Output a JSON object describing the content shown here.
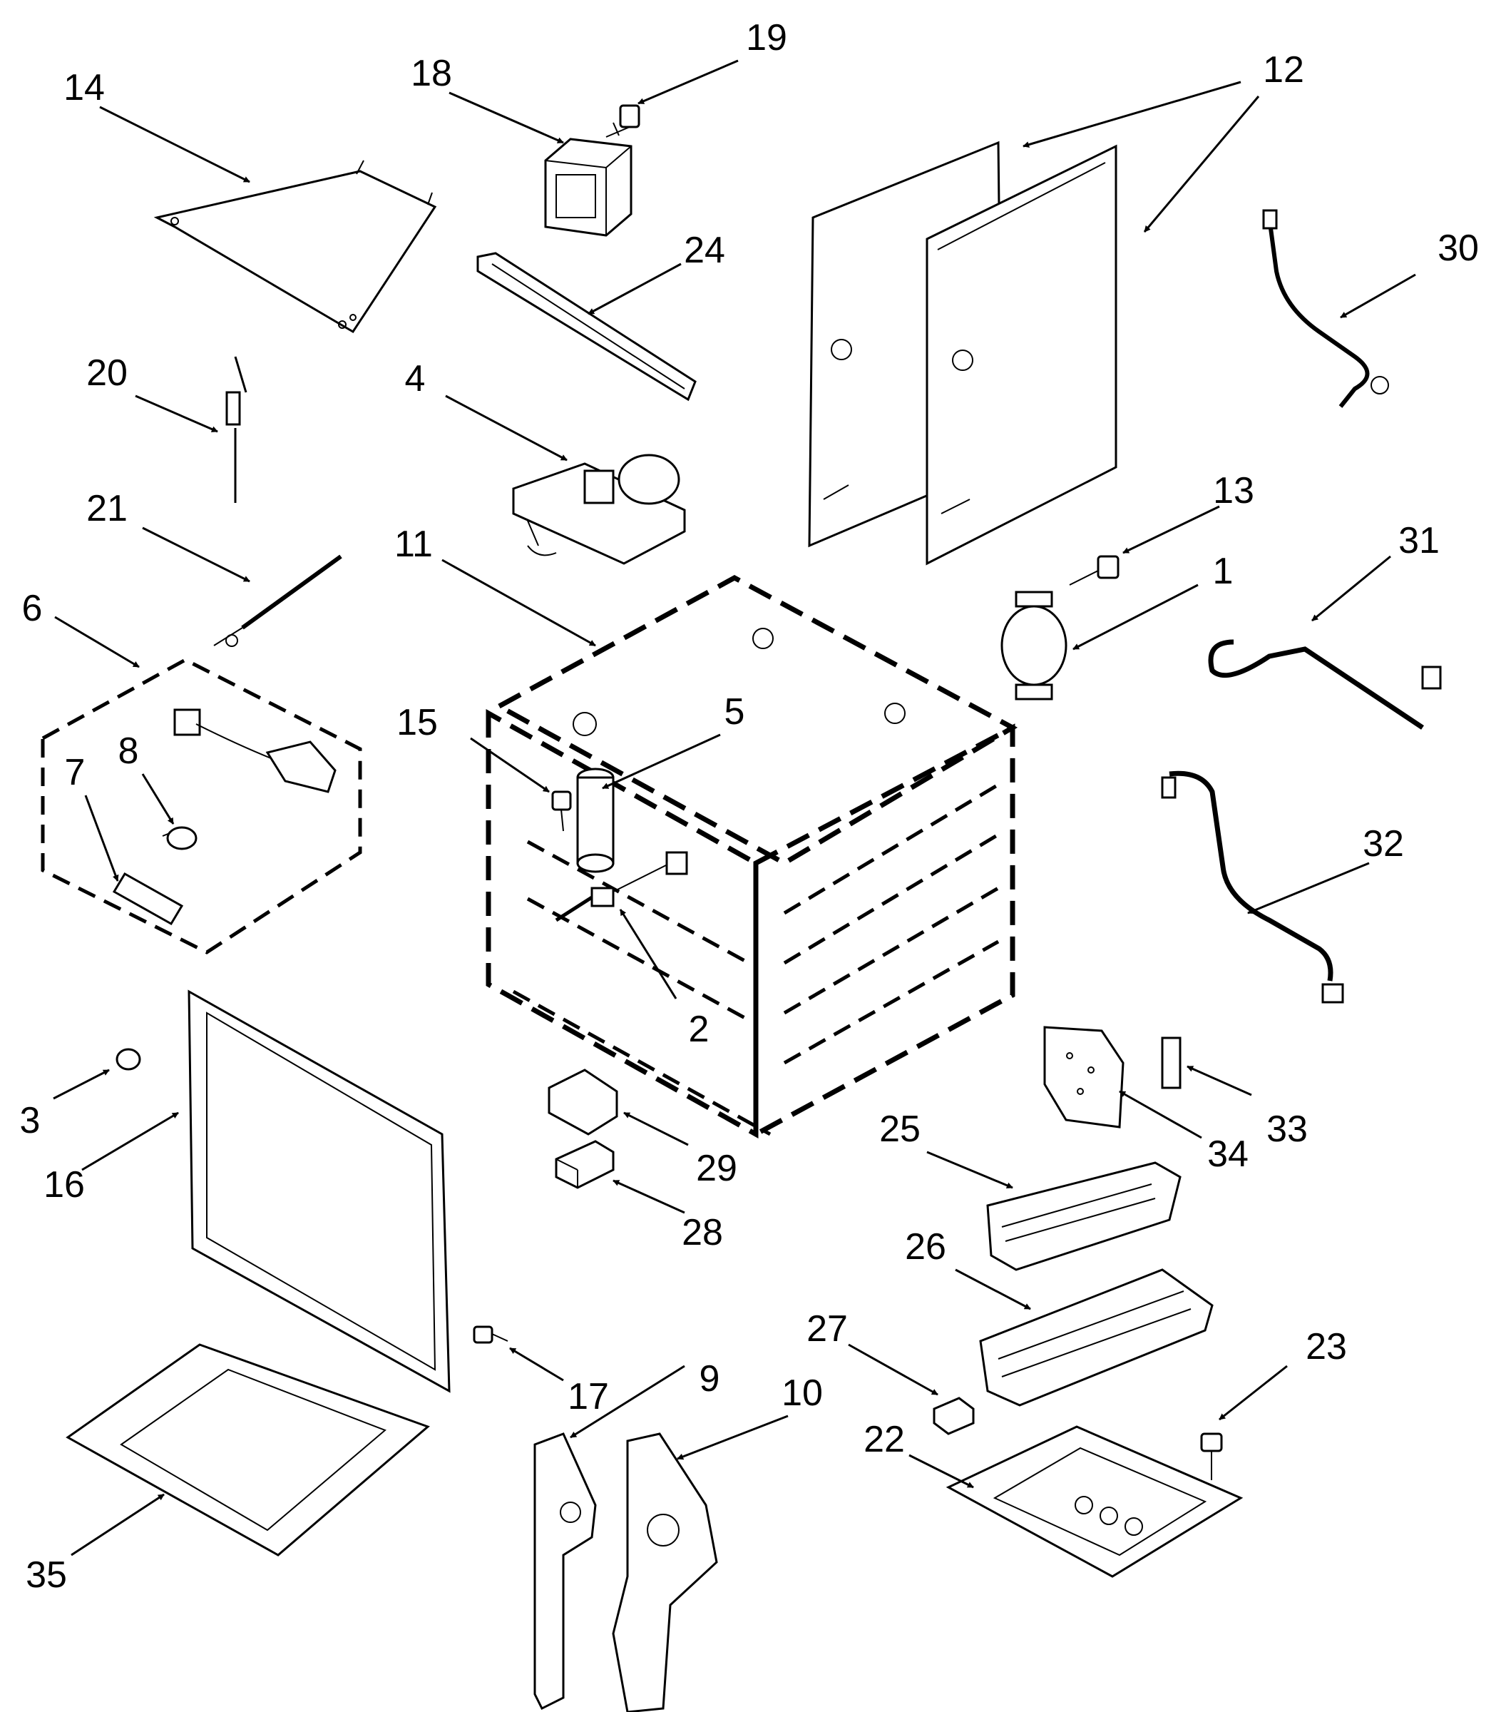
{
  "callouts": [
    {
      "id": "1",
      "label": "1"
    },
    {
      "id": "2",
      "label": "2"
    },
    {
      "id": "3",
      "label": "3"
    },
    {
      "id": "4",
      "label": "4"
    },
    {
      "id": "5",
      "label": "5"
    },
    {
      "id": "6",
      "label": "6"
    },
    {
      "id": "7",
      "label": "7"
    },
    {
      "id": "8",
      "label": "8"
    },
    {
      "id": "9",
      "label": "9"
    },
    {
      "id": "10",
      "label": "10"
    },
    {
      "id": "11",
      "label": "11"
    },
    {
      "id": "12",
      "label": "12"
    },
    {
      "id": "13",
      "label": "13"
    },
    {
      "id": "14",
      "label": "14"
    },
    {
      "id": "15",
      "label": "15"
    },
    {
      "id": "16",
      "label": "16"
    },
    {
      "id": "17",
      "label": "17"
    },
    {
      "id": "18",
      "label": "18"
    },
    {
      "id": "19",
      "label": "19"
    },
    {
      "id": "20",
      "label": "20"
    },
    {
      "id": "21",
      "label": "21"
    },
    {
      "id": "22",
      "label": "22"
    },
    {
      "id": "23",
      "label": "23"
    },
    {
      "id": "24",
      "label": "24"
    },
    {
      "id": "25",
      "label": "25"
    },
    {
      "id": "26",
      "label": "26"
    },
    {
      "id": "27",
      "label": "27"
    },
    {
      "id": "28",
      "label": "28"
    },
    {
      "id": "29",
      "label": "29"
    },
    {
      "id": "30",
      "label": "30"
    },
    {
      "id": "31",
      "label": "31"
    },
    {
      "id": "32",
      "label": "32"
    },
    {
      "id": "33",
      "label": "33"
    },
    {
      "id": "34",
      "label": "34"
    },
    {
      "id": "35",
      "label": "35"
    }
  ]
}
